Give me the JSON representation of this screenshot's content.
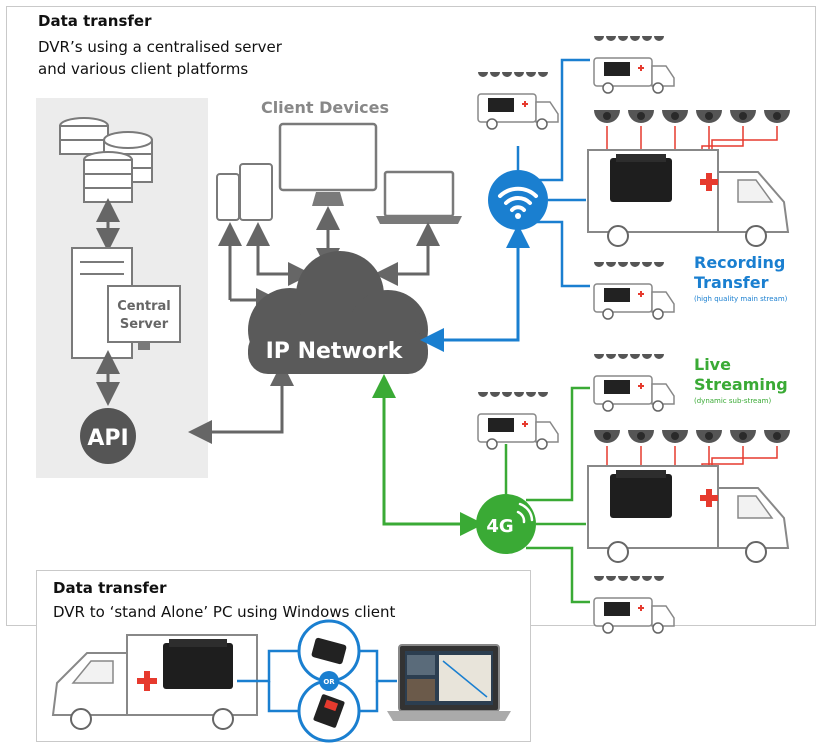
{
  "top_box": {
    "title": "Data transfer",
    "line1": "DVR’s using a centralised server",
    "line2": "and various client platforms"
  },
  "bottom_box": {
    "title": "Data transfer",
    "line1": "DVR to ‘stand Alone’ PC using Windows client"
  },
  "labels": {
    "client_devices": "Client Devices",
    "central_server_1": "Central",
    "central_server_2": "Server",
    "ip_network": "IP Network",
    "api": "API",
    "recording_1": "Recording",
    "recording_2": "Transfer",
    "recording_sub": "(high quality main stream)",
    "live_1": "Live",
    "live_2": "Streaming",
    "live_sub": "(dynamic sub-stream)",
    "cellular": "4G",
    "or": "OR"
  },
  "colors": {
    "blue": "#1a7fd0",
    "green": "#3aaa35",
    "gray": "#666666",
    "red": "#e63a2e",
    "panel": "#ececec"
  }
}
